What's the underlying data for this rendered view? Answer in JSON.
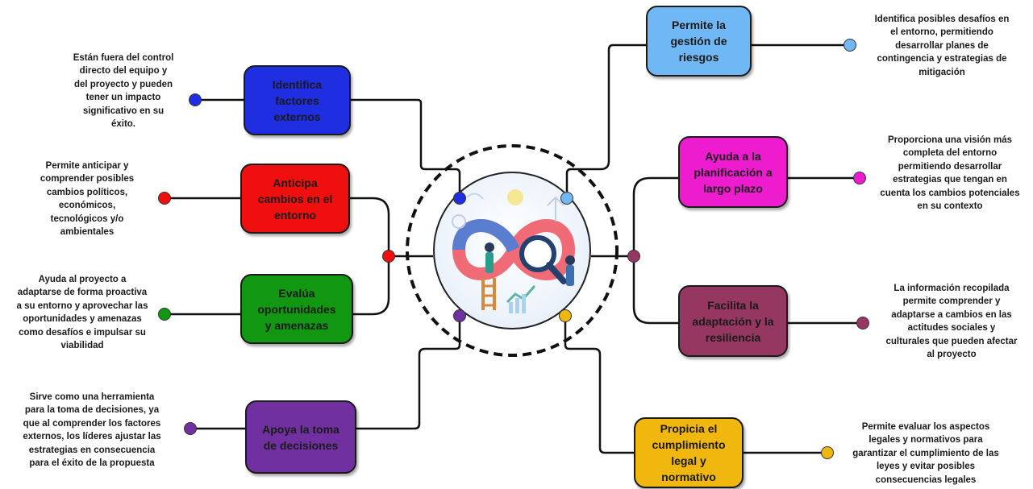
{
  "colors": {
    "blue": "#1f2ee0",
    "red": "#f00f0f",
    "green": "#119711",
    "purple": "#7030a0",
    "lightblue": "#70b7f5",
    "magenta": "#ee1ccf",
    "plum": "#953760",
    "gold": "#f0b70f"
  },
  "left": [
    {
      "label": "Identifica\nfactores\nexternos",
      "desc": "Están fuera del control\ndirecto del equipo y\ndel proyecto y  pueden\ntener un impacto\nsignificativo  en su\néxito."
    },
    {
      "label": "Anticipa\ncambios en el\nentorno",
      "desc": "Permite anticipar y\ncomprender posibles\ncambios políticos,\neconómicos,\ntecnológicos y/o\nambientales"
    },
    {
      "label": "Evalúa\noportunidades\ny amenazas",
      "desc": "Ayuda al proyecto a\nadaptarse de forma proactiva\na su entorno y aprovechar las\noportunidades y  amenazas\ncomo desafíos  e impulsar su\nviabilidad"
    },
    {
      "label": "Apoya la toma\nde decisiones",
      "desc": "Sirve como una herramienta\npara la toma de decisiones, ya\nque al comprender los factores\nexternos, los líderes ajustar las\nestrategias en consecuencia\npara el éxito de la propuesta"
    }
  ],
  "right": [
    {
      "label": "Permite la\ngestión de\nriesgos",
      "desc": "Identifica posibles desafíos  en\nel entorno, permitiendo\ndesarrollar planes de\ncontingencia  y estrategias de\nmitigación"
    },
    {
      "label": "Ayuda a la\nplanificación a\nlargo plazo",
      "desc": "Proporciona una visión más\ncompleta del entorno\npermitiendo desarrollar\nestrategias que tengan en\ncuenta los cambios  potenciales\nen su contexto"
    },
    {
      "label": "Facilita la\nadaptación y la\nresiliencia",
      "desc": "La información  recopilada\npermite comprender y\nadaptarse a cambios en las\nactitudes sociales  y\nculturales que pueden afectar\nal proyecto"
    },
    {
      "label": "Propicia el\ncumplimiento\nlegal y\nnormativo",
      "desc": "Permite evaluar los aspectos\nlegales y normativos para\ngarantizar  el cumplimiento de las\nleyes y evitar posibles\nconsecuencias  legales"
    }
  ],
  "center_image": {
    "icon": "infinity-analytics-illustration"
  }
}
